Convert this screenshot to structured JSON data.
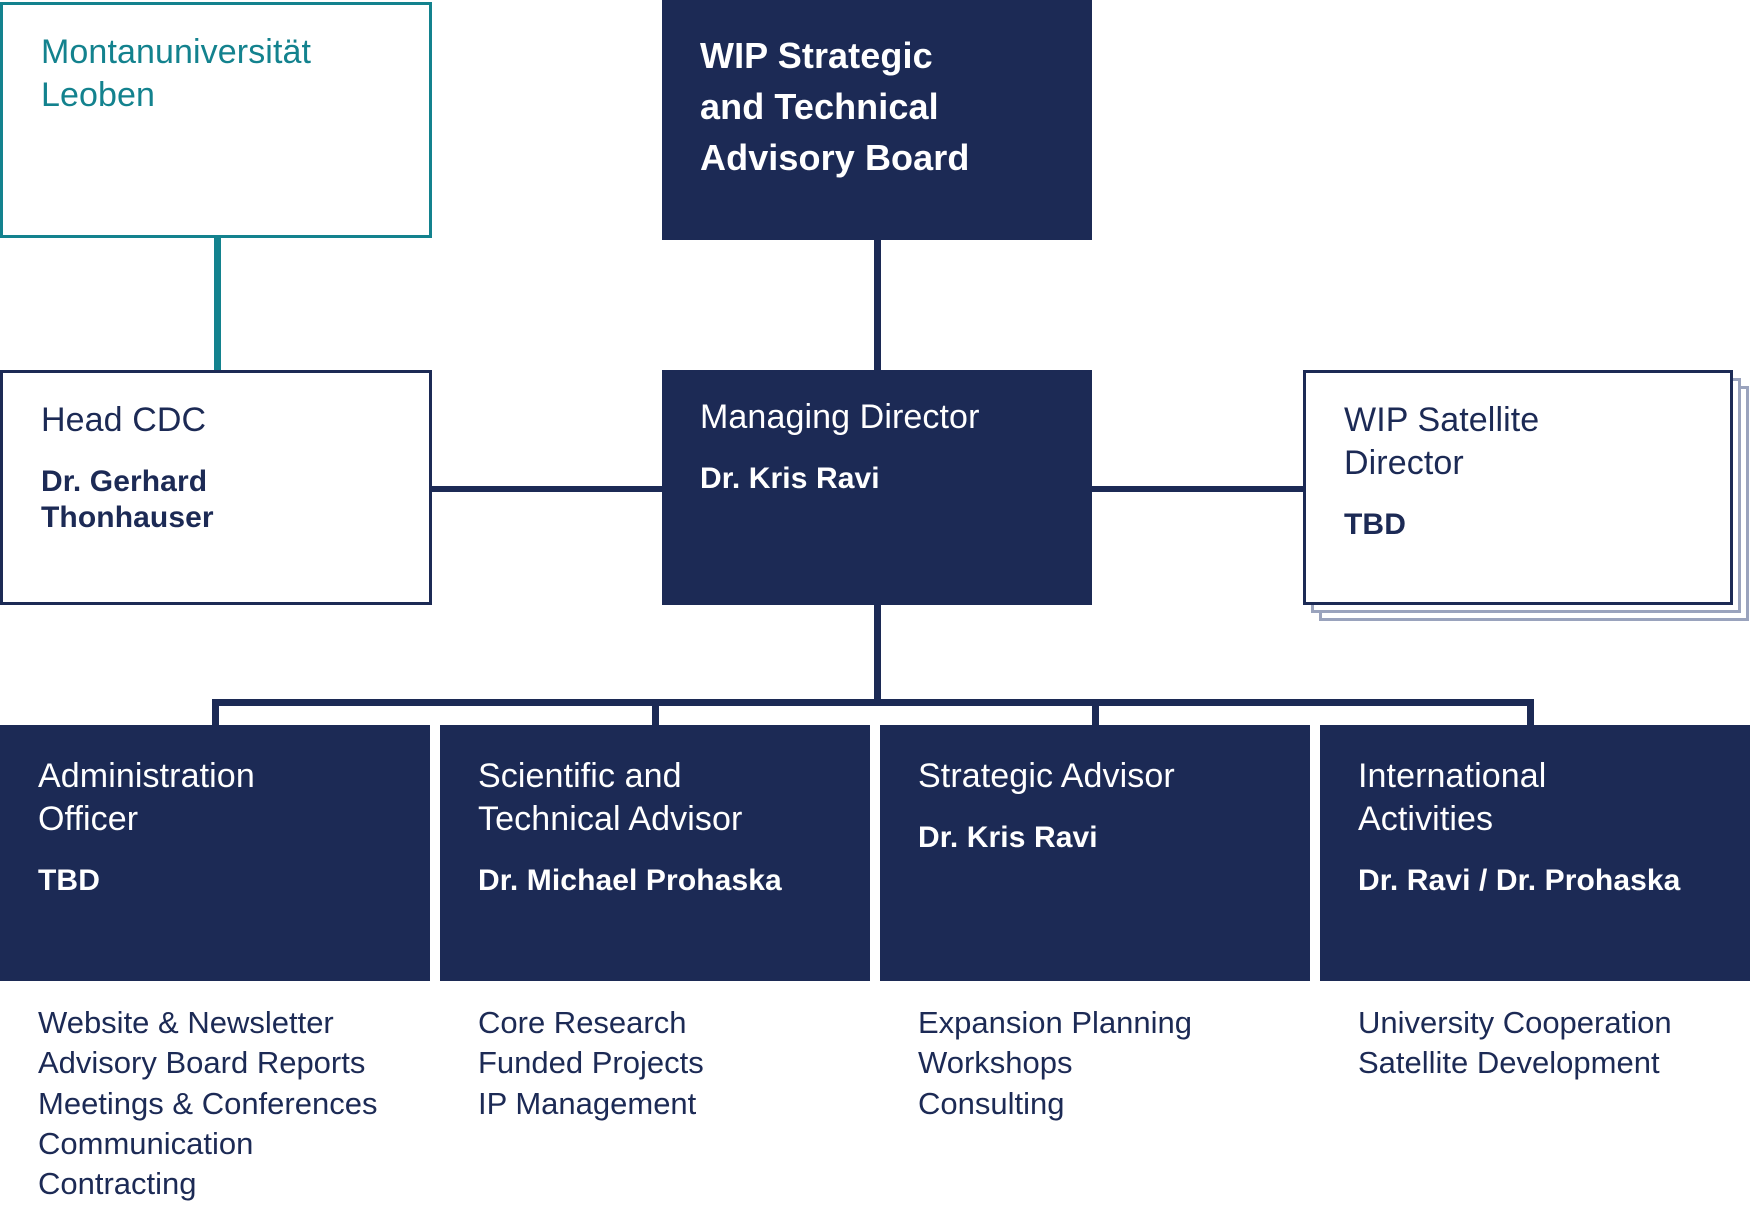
{
  "colors": {
    "navy": "#1C2A55",
    "teal": "#13828E",
    "stack_gray": "#9AA3BD",
    "white": "#FFFFFF"
  },
  "nodes": {
    "university": {
      "role": "Montanuniversität Leoben",
      "role_line1": "Montanuniversität",
      "role_line2": "Leoben"
    },
    "advisory_board": {
      "role_line1": "WIP Strategic",
      "role_line2": "and Technical",
      "role_line3": "Advisory Board"
    },
    "head_cdc": {
      "role": "Head CDC",
      "person_line1": "Dr. Gerhard",
      "person_line2": "Thonhauser"
    },
    "managing_director": {
      "role": "Managing Director",
      "person": "Dr. Kris Ravi"
    },
    "satellite_director": {
      "role_line1": "WIP Satellite",
      "role_line2": "Director",
      "person": "TBD"
    }
  },
  "leaves": [
    {
      "role_line1": "Administration",
      "role_line2": "Officer",
      "person": "TBD",
      "details": [
        "Website & Newsletter",
        "Advisory Board Reports",
        "Meetings & Conferences",
        "Communication",
        "Contracting"
      ]
    },
    {
      "role_line1": "Scientific and",
      "role_line2": "Technical Advisor",
      "person": "Dr. Michael Prohaska",
      "details": [
        "Core Research",
        "Funded Projects",
        "IP Management"
      ]
    },
    {
      "role_line1": "Strategic Advisor",
      "role_line2": "",
      "person": "Dr. Kris Ravi",
      "details": [
        "Expansion Planning",
        "Workshops",
        "Consulting"
      ]
    },
    {
      "role_line1": "International",
      "role_line2": "Activities",
      "person": "Dr. Ravi / Dr. Prohaska",
      "details": [
        "University Cooperation",
        "Satellite Development"
      ]
    }
  ]
}
